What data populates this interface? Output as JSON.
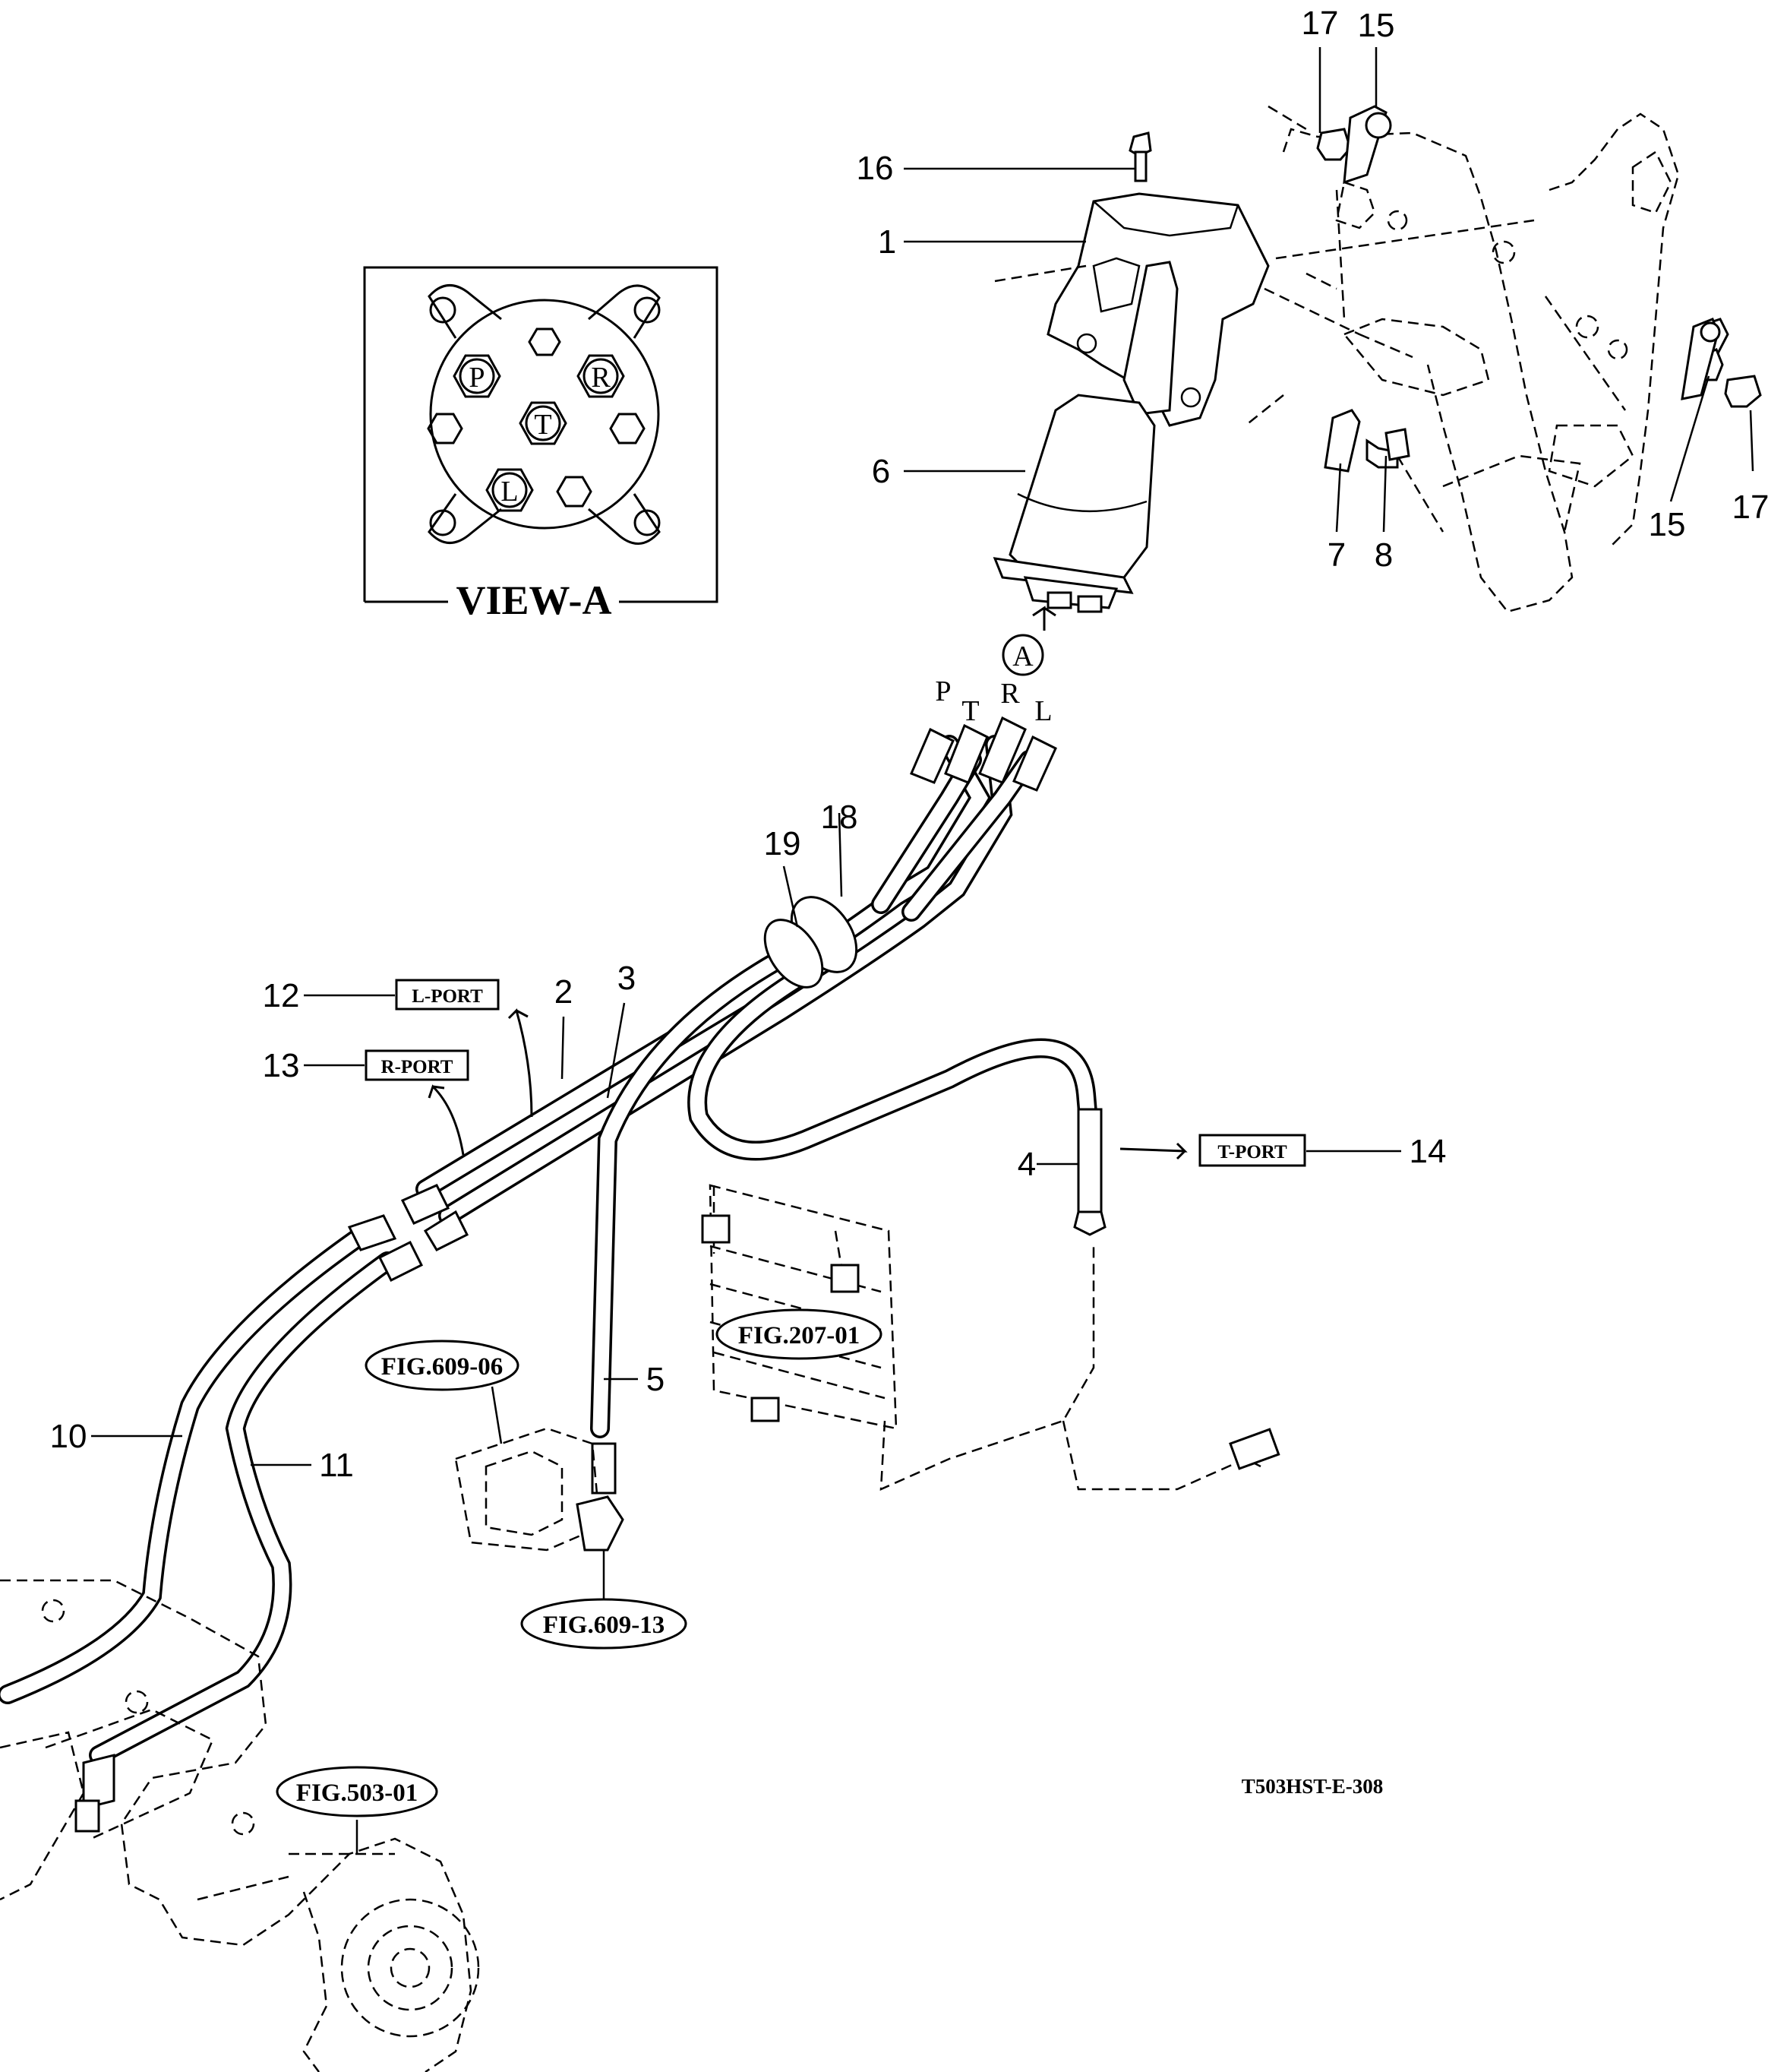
{
  "view_a": {
    "title": "VIEW-A",
    "ports": [
      "P",
      "R",
      "T",
      "L"
    ]
  },
  "arrow_label": "A",
  "hose_port_labels": [
    "P",
    "T",
    "R",
    "L"
  ],
  "callouts": {
    "c1": "1",
    "c2": "2",
    "c3": "3",
    "c4": "4",
    "c5": "5",
    "c6": "6",
    "c7": "7",
    "c8": "8",
    "c10": "10",
    "c11": "11",
    "c12": "12",
    "c13": "13",
    "c14": "14",
    "c15a": "15",
    "c15b": "15",
    "c16": "16",
    "c17a": "17",
    "c17b": "17",
    "c18": "18",
    "c19": "19"
  },
  "port_boxes": {
    "l_port": "L-PORT",
    "r_port": "R-PORT",
    "t_port": "T-PORT"
  },
  "figure_refs": {
    "fig_609_06": "FIG.609-06",
    "fig_207_01": "FIG.207-01",
    "fig_609_13": "FIG.609-13",
    "fig_503_01": "FIG.503-01"
  },
  "drawing_code": "T503HST-E-308"
}
